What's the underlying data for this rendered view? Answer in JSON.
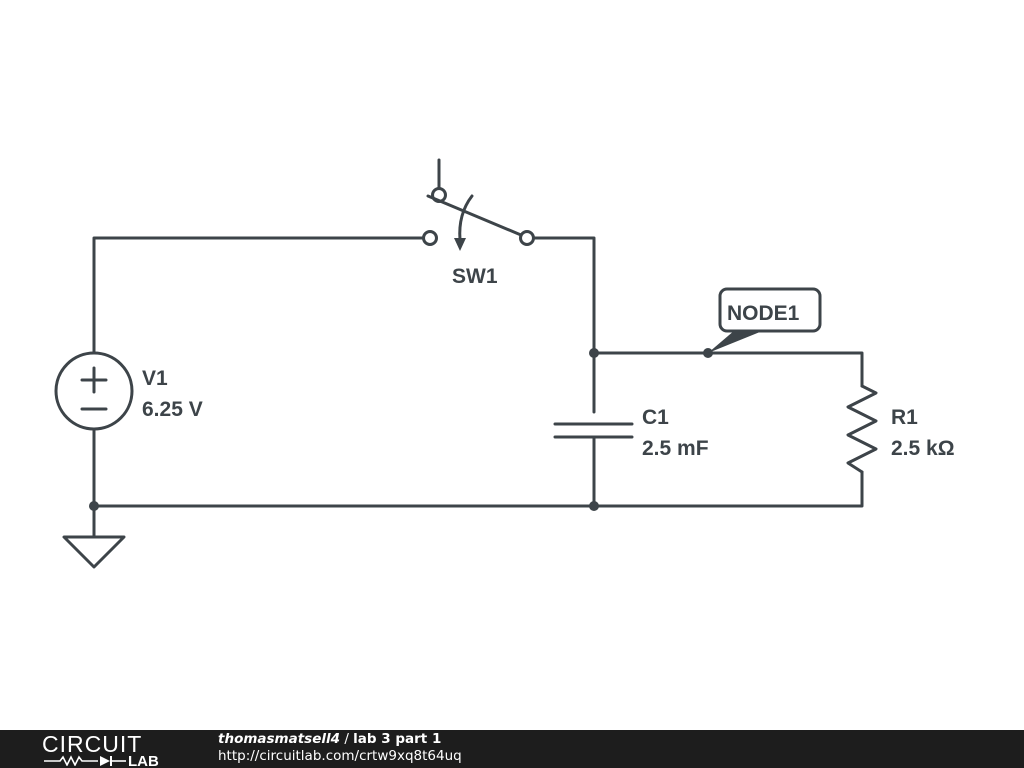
{
  "components": {
    "switch": {
      "name": "SW1"
    },
    "source": {
      "name": "V1",
      "value": "6.25 V"
    },
    "capacitor": {
      "name": "C1",
      "value": "2.5 mF"
    },
    "resistor": {
      "name": "R1",
      "value": "2.5 kΩ"
    },
    "node_label": "NODE1"
  },
  "footer": {
    "logo_top": "CIRCUIT",
    "logo_bottom": "LAB",
    "author": "thomasmatsell4",
    "separator": " / ",
    "title": "lab 3 part 1",
    "url": "http://circuitlab.com/crtw9xq8t64uq"
  },
  "colors": {
    "wire": "#3d4449",
    "footer_bg": "#1d1d1d",
    "footer_text": "#ffffff"
  }
}
